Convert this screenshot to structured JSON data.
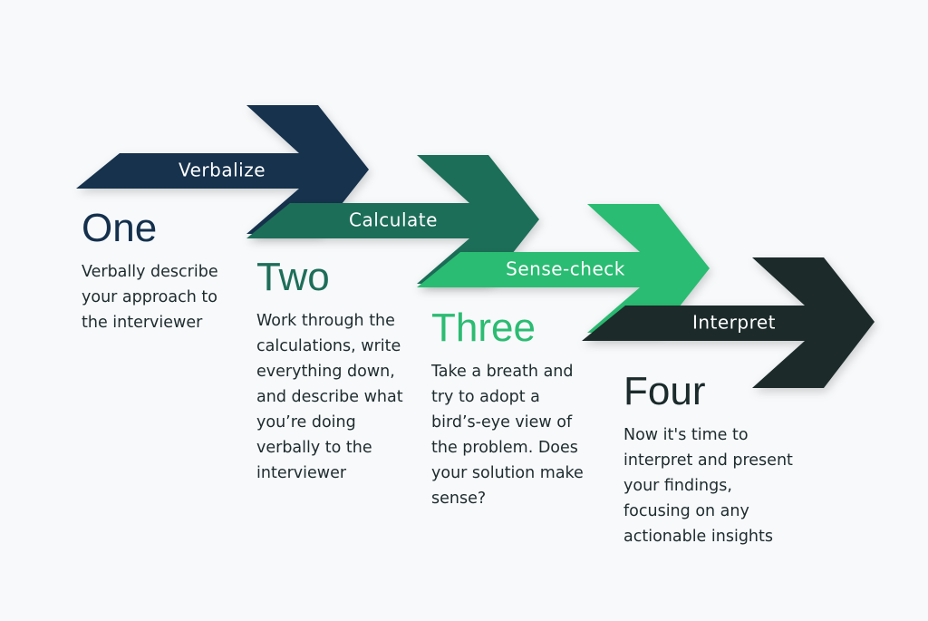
{
  "colors": {
    "verbalize": "#14304d",
    "calculate": "#1e6e59",
    "sense_check": "#2bbc72",
    "interpret": "#1b2a2a",
    "background": "#f7f9fb"
  },
  "steps": [
    {
      "arrow_label": "Verbalize",
      "number": "One",
      "description": "Verbally describe your approach to the interviewer"
    },
    {
      "arrow_label": "Calculate",
      "number": "Two",
      "description": "Work through the calculations, write everything down, and describe what you’re doing verbally to the interviewer"
    },
    {
      "arrow_label": "Sense-check",
      "number": "Three",
      "description": "Take a breath and try to adopt a bird’s-eye view of the problem. Does your solution make sense?"
    },
    {
      "arrow_label": "Interpret",
      "number": "Four",
      "description": "Now it's time to interpret and present your findings, focusing on any actionable insights"
    }
  ]
}
